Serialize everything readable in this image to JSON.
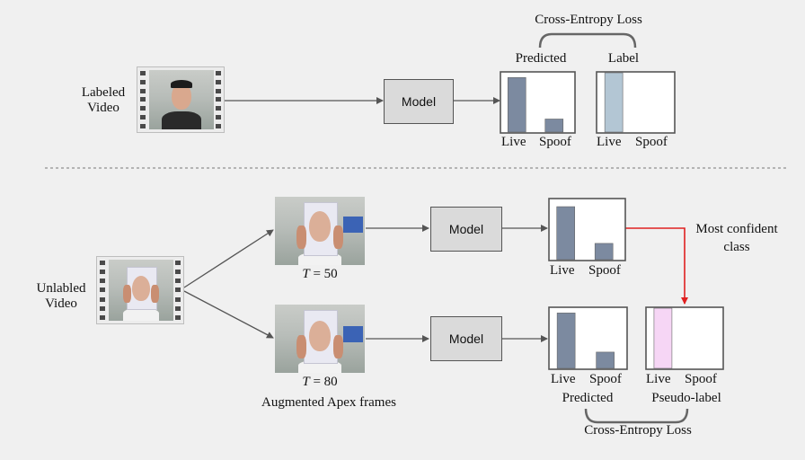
{
  "top": {
    "input_label": "Labeled\nVideo",
    "model_label": "Model",
    "predicted_label": "Predicted",
    "label_label": "Label",
    "loss_label": "Cross-Entropy Loss",
    "predicted_chart": {
      "bar_values": [
        0.92,
        0.22
      ],
      "bar_color": "#7c8aa0"
    },
    "label_chart": {
      "bar_values": [
        1.0,
        0.0
      ],
      "bar_color": "#b3c6d4"
    },
    "categories": [
      "Live",
      "Spoof"
    ]
  },
  "bottom": {
    "input_label": "Unlabled\nVideo",
    "frame1_caption": "= 50",
    "frame2_caption": "= 80",
    "frame_var": "T",
    "frames_label": "Augmented Apex frames",
    "model1_label": "Model",
    "model2_label": "Model",
    "confident_label": "Most confident\nclass",
    "predicted_label": "Predicted",
    "pseudo_label": "Pseudo-label",
    "loss_label": "Cross-Entropy Loss",
    "chart1": {
      "bar_values": [
        0.88,
        0.27
      ],
      "bar_color": "#7c8aa0"
    },
    "chart2": {
      "bar_values": [
        0.92,
        0.27
      ],
      "bar_color": "#7c8aa0"
    },
    "pseudo_chart": {
      "bar_values": [
        1.0,
        0.0
      ],
      "bar_color": "#f6d6f5"
    },
    "categories": [
      "Live",
      "Spoof"
    ]
  },
  "colors": {
    "arrow": "#555555",
    "highlight_arrow": "#e02020",
    "chart_border": "#555555"
  }
}
